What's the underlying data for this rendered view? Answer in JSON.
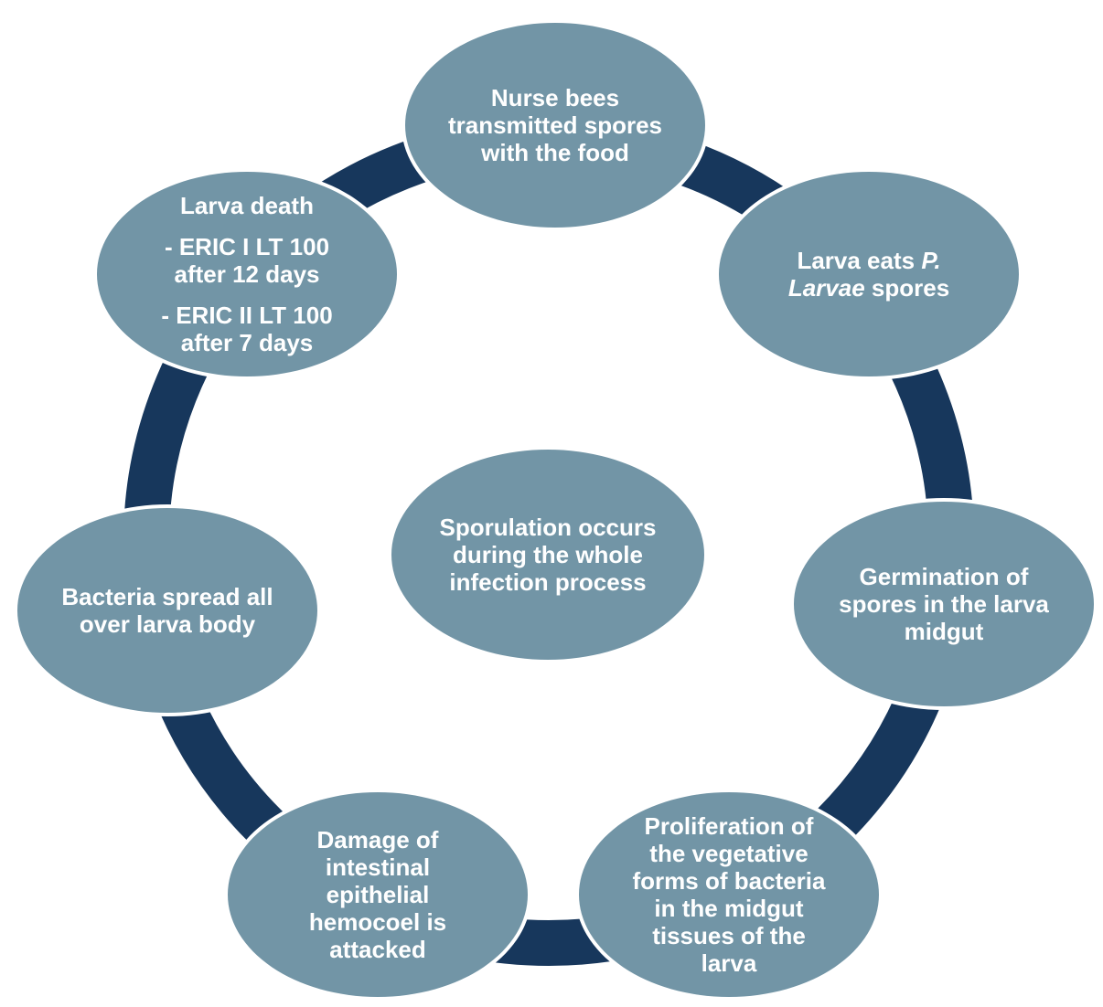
{
  "diagram": {
    "type": "cycle-diagram",
    "colors": {
      "node_fill": "#7295a6",
      "ring": "#17375c",
      "node_border": "#ffffff",
      "text": "#ffffff",
      "background": "#ffffff"
    },
    "center_node": {
      "text": "Sporulation occurs during the whole infection process"
    },
    "nodes": [
      {
        "id": "nurse-bees",
        "text": "Nurse bees transmitted spores with the food"
      },
      {
        "id": "larva-eats",
        "text_parts": [
          "Larva eats ",
          "P. Larvae",
          " spores"
        ],
        "italic_part": "P. Larvae",
        "full_text": "Larva eats P. Larvae spores"
      },
      {
        "id": "germination",
        "text": "Germination of spores in the larva midgut"
      },
      {
        "id": "proliferation",
        "text": "Proliferation of the vegetative forms of bacteria in the midgut tissues of the larva"
      },
      {
        "id": "damage",
        "text": "Damage of intestinal epithelial hemocoel is attacked"
      },
      {
        "id": "bacteria-spread",
        "text": "Bacteria spread all over larva body"
      },
      {
        "id": "larva-death",
        "title": "Larva death",
        "items": [
          "- ERIC I LT 100 after 12 days",
          "- ERIC II LT 100 after 7 days"
        ]
      }
    ]
  }
}
